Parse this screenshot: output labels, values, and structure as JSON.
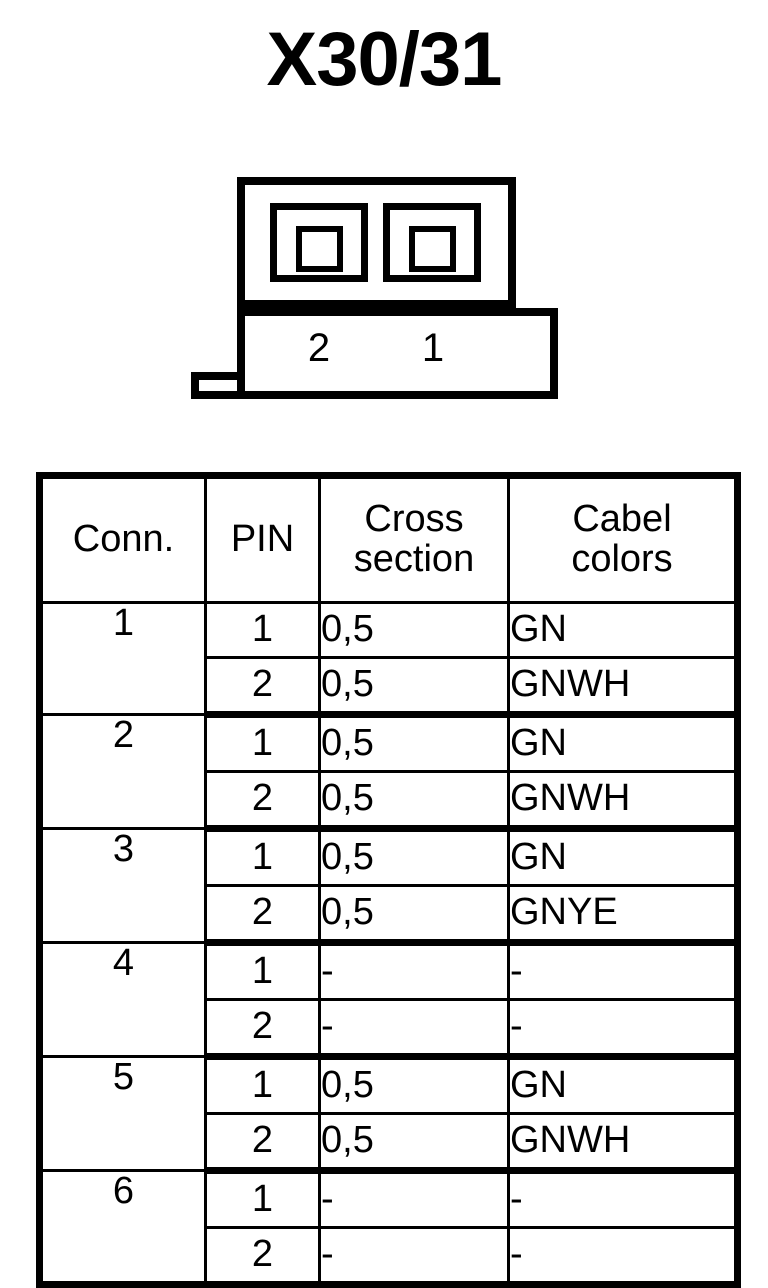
{
  "page": {
    "title": "X30/31"
  },
  "connector_diagram": {
    "name": "connector-front-view",
    "cavity_labels": [
      "2",
      "1"
    ],
    "cavity_count": 2
  },
  "table": {
    "headers": [
      {
        "lines": [
          "Conn."
        ]
      },
      {
        "lines": [
          "PIN"
        ]
      },
      {
        "lines": [
          "Cross",
          "section"
        ]
      },
      {
        "lines": [
          "Cabel",
          "colors"
        ]
      }
    ],
    "groups": [
      {
        "conn": "1",
        "rows": [
          {
            "pin": "1",
            "cross_section": "0,5",
            "cable_color": "GN"
          },
          {
            "pin": "2",
            "cross_section": "0,5",
            "cable_color": "GNWH"
          }
        ]
      },
      {
        "conn": "2",
        "rows": [
          {
            "pin": "1",
            "cross_section": "0,5",
            "cable_color": "GN"
          },
          {
            "pin": "2",
            "cross_section": "0,5",
            "cable_color": "GNWH"
          }
        ]
      },
      {
        "conn": "3",
        "rows": [
          {
            "pin": "1",
            "cross_section": "0,5",
            "cable_color": "GN"
          },
          {
            "pin": "2",
            "cross_section": "0,5",
            "cable_color": "GNYE"
          }
        ]
      },
      {
        "conn": "4",
        "rows": [
          {
            "pin": "1",
            "cross_section": "-",
            "cable_color": "-"
          },
          {
            "pin": "2",
            "cross_section": "-",
            "cable_color": "-"
          }
        ]
      },
      {
        "conn": "5",
        "rows": [
          {
            "pin": "1",
            "cross_section": "0,5",
            "cable_color": "GN"
          },
          {
            "pin": "2",
            "cross_section": "0,5",
            "cable_color": "GNWH"
          }
        ]
      },
      {
        "conn": "6",
        "rows": [
          {
            "pin": "1",
            "cross_section": "-",
            "cable_color": "-"
          },
          {
            "pin": "2",
            "cross_section": "-",
            "cable_color": "-"
          }
        ]
      }
    ]
  },
  "colors": {
    "ink": "#000000",
    "paper": "#ffffff"
  }
}
